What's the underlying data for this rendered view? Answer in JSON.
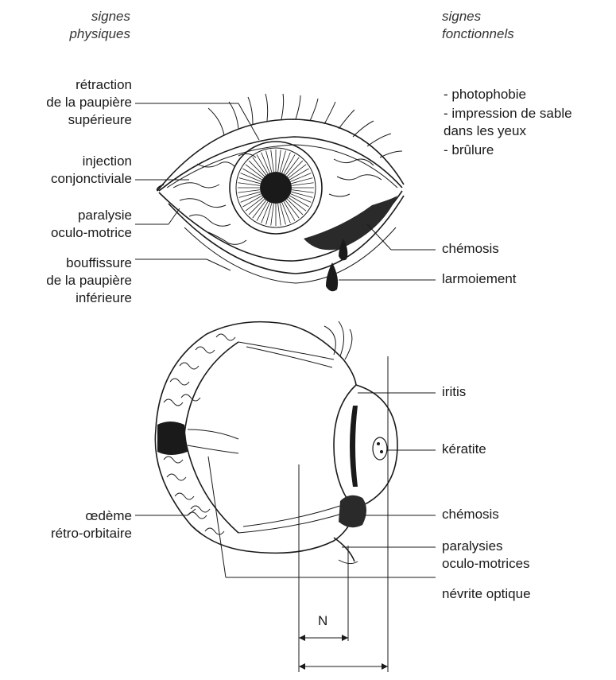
{
  "headers": {
    "physical": "signes\nphysiques",
    "functional": "signes\nfonctionnels"
  },
  "top_left_labels": [
    "rétraction\nde la paupière\nsupérieure",
    "injection\nconjonctiviale",
    "paralysie\noculo-motrice",
    "bouffissure\nde la paupière\ninférieure"
  ],
  "functional_signs": [
    "- photophobie",
    "- impression de sable\n  dans les yeux",
    "- brûlure"
  ],
  "top_right_labels": [
    "chémosis",
    "larmoiement"
  ],
  "bottom_left_label": "œdème\nrétro-orbitaire",
  "bottom_right_labels": [
    "iritis",
    "kératite",
    "chémosis",
    "paralysies\noculo-motrices",
    "névrite optique"
  ],
  "measure_label": "N"
}
